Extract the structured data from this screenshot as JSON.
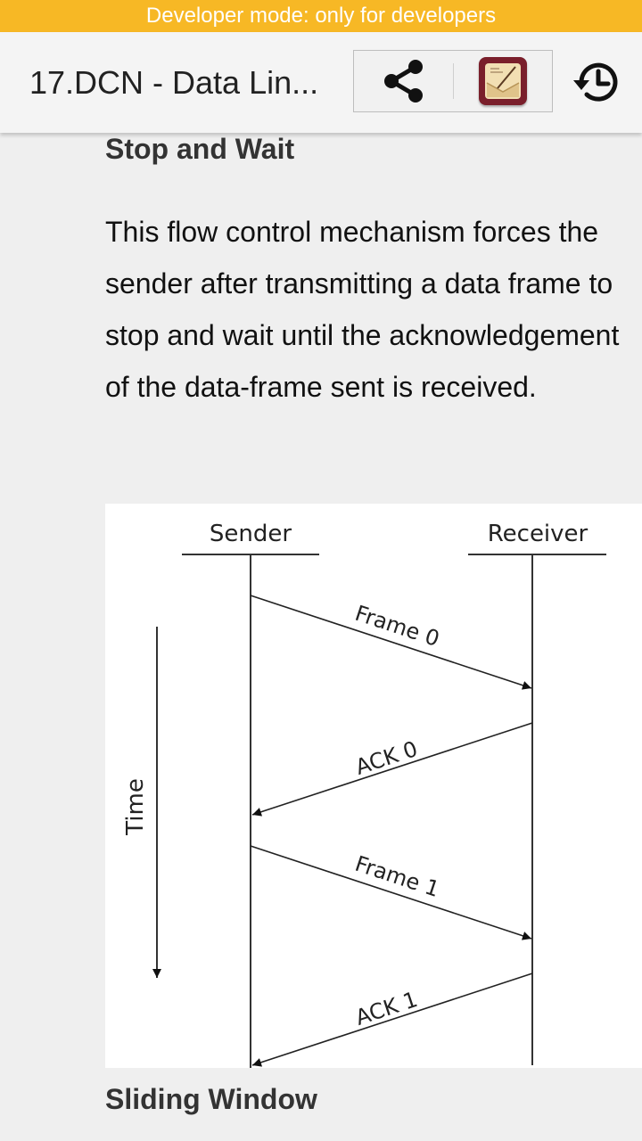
{
  "banner": {
    "text": "Developer mode: only for developers"
  },
  "app_bar": {
    "title": "17.DCN - Data Lin...",
    "actions": [
      "share-icon",
      "notes-app-icon",
      "history-icon"
    ]
  },
  "content": {
    "heading_1": "Stop and Wait",
    "paragraph": "This flow control mechanism forces the sender after transmitting a data frame to stop and wait until the acknowledgement of the data-frame sent is received.",
    "diagram": {
      "sender_label": "Sender",
      "receiver_label": "Receiver",
      "time_label": "Time",
      "messages": [
        "Frame 0",
        "ACK 0",
        "Frame 1",
        "ACK 1"
      ]
    },
    "heading_2": "Sliding Window"
  },
  "colors": {
    "banner": "#f7b825",
    "app_bar": "#f4f4f4",
    "background": "#efefef",
    "notes_icon": "#7a1f2b"
  }
}
